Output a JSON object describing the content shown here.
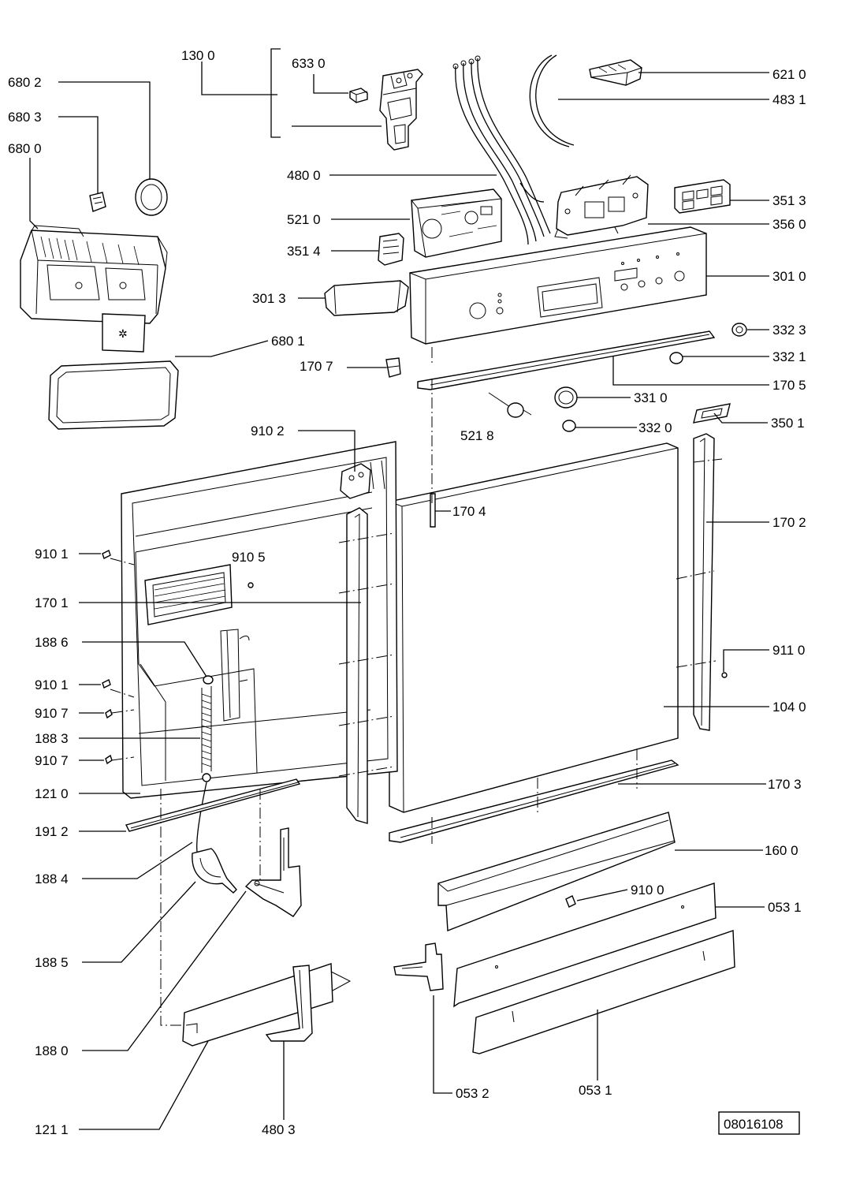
{
  "drawing_number": "08016108",
  "labels": {
    "l1300": "130 0",
    "l6330": "633 0",
    "l6802": "680 2",
    "l6803": "680 3",
    "l6800": "680 0",
    "l6801": "680 1",
    "l6210": "621 0",
    "l4831": "483 1",
    "l4800": "480 0",
    "l5210": "521 0",
    "l3514": "351 4",
    "l3513": "351 3",
    "l3560": "356 0",
    "l3010": "301 0",
    "l3013": "301 3",
    "l3323": "332 3",
    "l3321": "332 1",
    "l1707": "170 7",
    "l1705": "170 5",
    "l3310": "331 0",
    "l5218": "521 8",
    "l3320": "332 0",
    "l3501": "350 1",
    "l9102": "910 2",
    "l1704": "170 4",
    "l1702": "170 2",
    "l9101a": "910 1",
    "l9105": "910 5",
    "l1701": "170 1",
    "l1886": "188 6",
    "l9110": "911 0",
    "l9101b": "910 1",
    "l9107a": "910 7",
    "l1040": "104 0",
    "l1883": "188 3",
    "l9107b": "910 7",
    "l1210": "121 0",
    "l1703": "170 3",
    "l1912": "191 2",
    "l1600": "160 0",
    "l1884": "188 4",
    "l9100": "910 0",
    "l0531a": "053 1",
    "l1885": "188 5",
    "l1880": "188 0",
    "l0532": "053 2",
    "l0531b": "053 1",
    "l1211": "121 1",
    "l4803": "480 3"
  }
}
